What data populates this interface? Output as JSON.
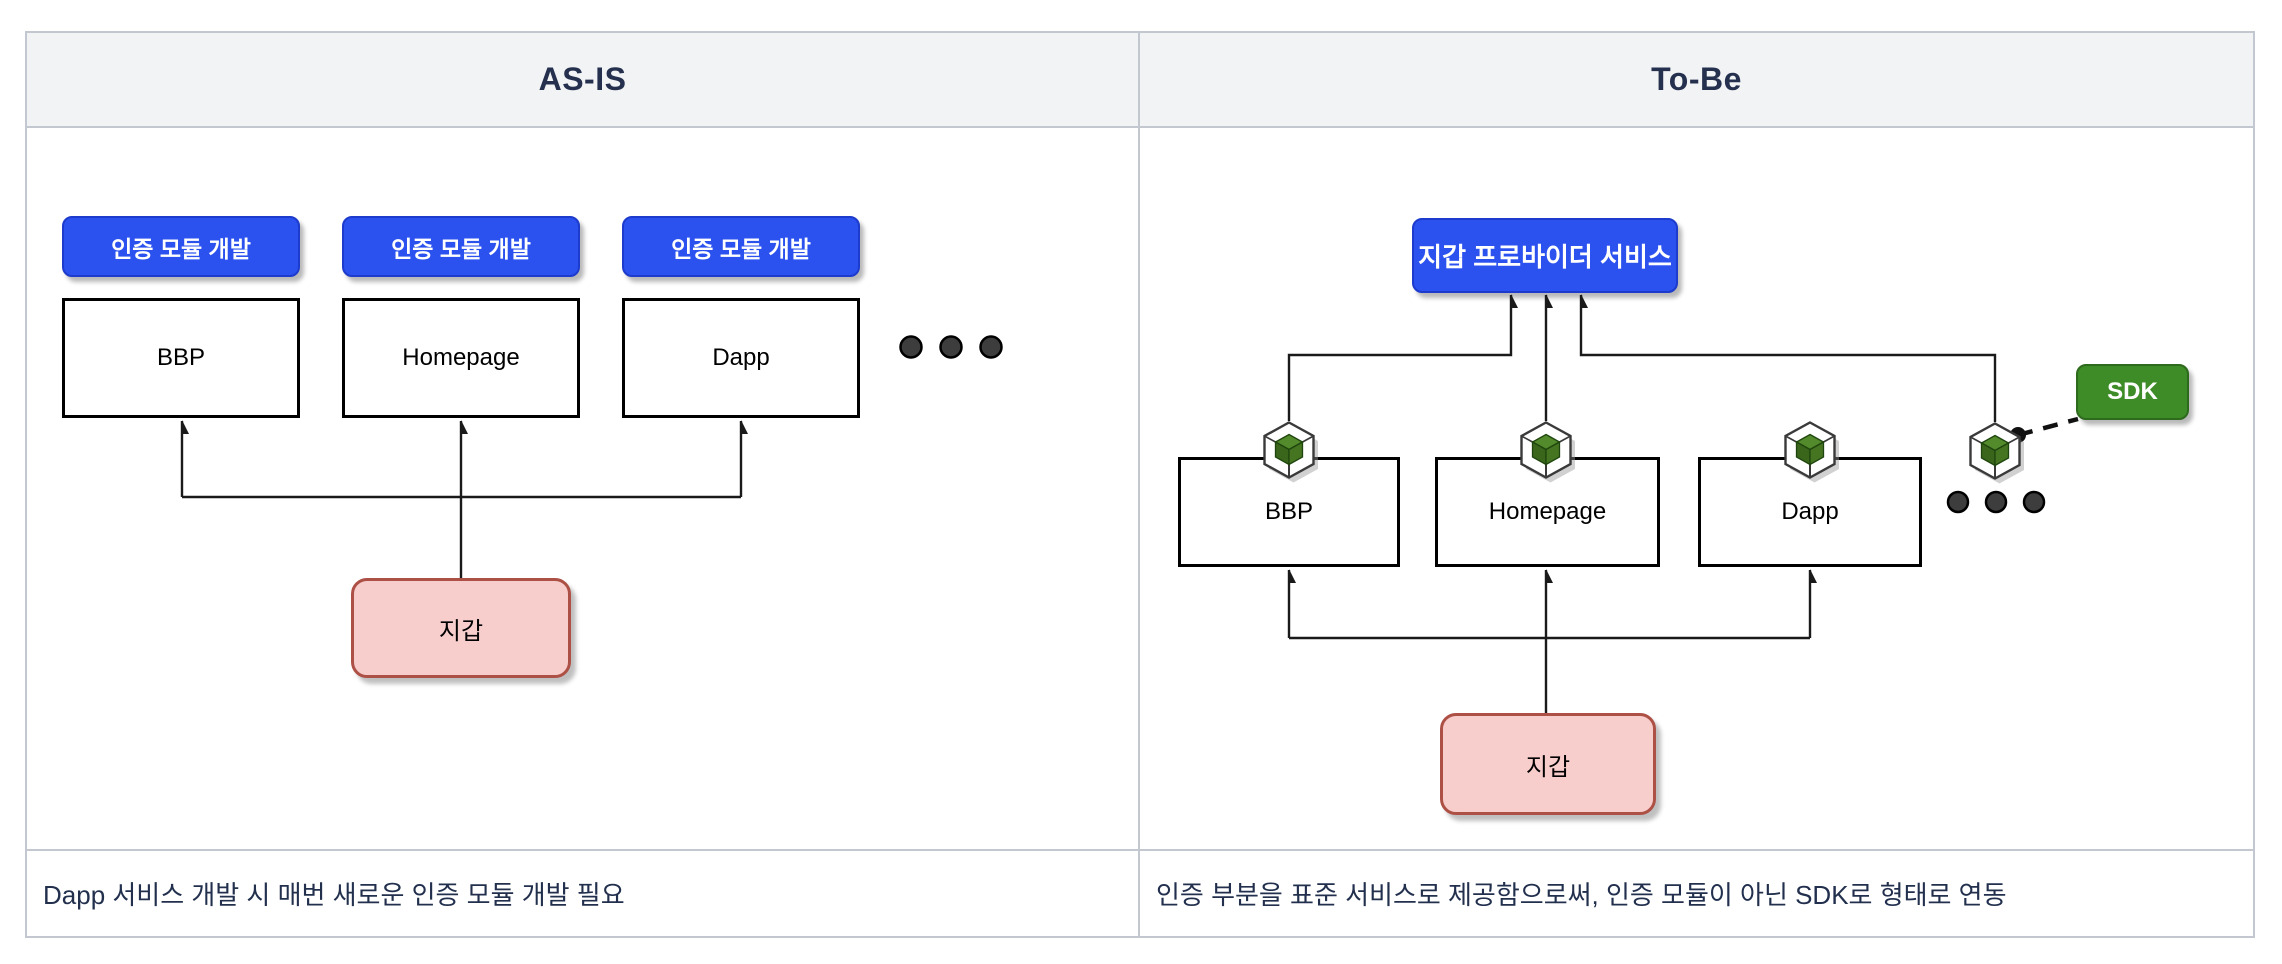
{
  "table": {
    "columns": [
      {
        "header": "AS-IS",
        "caption": "Dapp 서비스 개발 시 매번 새로운 인증 모듈 개발 필요"
      },
      {
        "header": "To-Be",
        "caption": "인증 부분을 표준 서비스로 제공함으로써, 인증 모듈이 아닌 SDK로 형태로 연동"
      }
    ]
  },
  "as_is": {
    "auth_buttons": [
      "인증 모듈 개발",
      "인증 모듈 개발",
      "인증 모듈 개발"
    ],
    "services": [
      "BBP",
      "Homepage",
      "Dapp"
    ],
    "wallet": "지갑",
    "ellipsis": "three-dots"
  },
  "to_be": {
    "provider": "지갑 프로바이더 서비스",
    "services": [
      "BBP",
      "Homepage",
      "Dapp"
    ],
    "wallet": "지갑",
    "sdk": "SDK",
    "ellipsis": "three-dots",
    "package_icons": 4
  },
  "colors": {
    "accent_blue": "#2b52ef",
    "blue_border": "#1d3bcc",
    "green": "#3e8c28",
    "green_border": "#2d6a1c",
    "pink": "#f8cecc",
    "pink_border": "#ad5046",
    "header_bg": "#f2f3f5",
    "table_border": "#c3c7cf",
    "heading_text": "#24304e",
    "line": "#1a1a1a"
  }
}
